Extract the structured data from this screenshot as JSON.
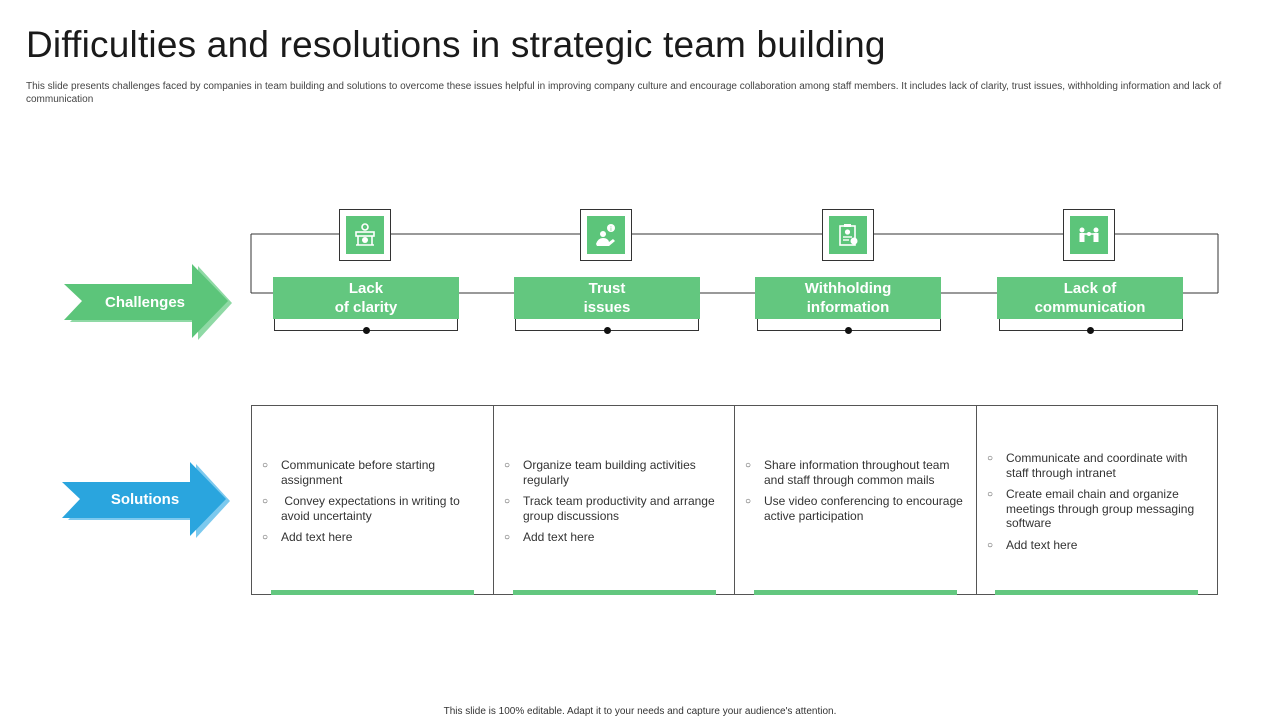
{
  "header": {
    "title": "Difficulties and resolutions in strategic team building",
    "subtitle": "This slide presents challenges faced by companies in team building and solutions to overcome these issues helpful in improving company culture and encourage collaboration among staff members. It includes lack of clarity, trust issues, withholding information and lack of communication"
  },
  "arrows": {
    "challenges": "Challenges",
    "solutions": "Solutions"
  },
  "colors": {
    "green": "#5cc57a",
    "blue": "#2aa5de"
  },
  "challenges": [
    {
      "line1": "Lack",
      "line2": "of clarity",
      "icon": "store-people-icon"
    },
    {
      "line1": "Trust",
      "line2": "issues",
      "icon": "handshake-icon"
    },
    {
      "line1": "Withholding",
      "line2": "information",
      "icon": "document-info-icon"
    },
    {
      "line1": "Lack of",
      "line2": "communication",
      "icon": "people-connection-icon"
    }
  ],
  "solutions": [
    [
      "Communicate before starting assignment",
      " Convey expectations in writing to avoid uncertainty",
      "Add text here"
    ],
    [
      "Organize team building activities regularly",
      "Track team productivity and arrange group discussions",
      "Add text here"
    ],
    [
      "Share information throughout team and staff through common mails",
      "Use video conferencing to encourage active participation"
    ],
    [
      "Communicate and coordinate with staff through intranet",
      "Create email chain and organize meetings through group messaging software",
      "Add text here"
    ]
  ],
  "footer": "This slide is 100% editable. Adapt it to your needs and capture your audience's attention."
}
